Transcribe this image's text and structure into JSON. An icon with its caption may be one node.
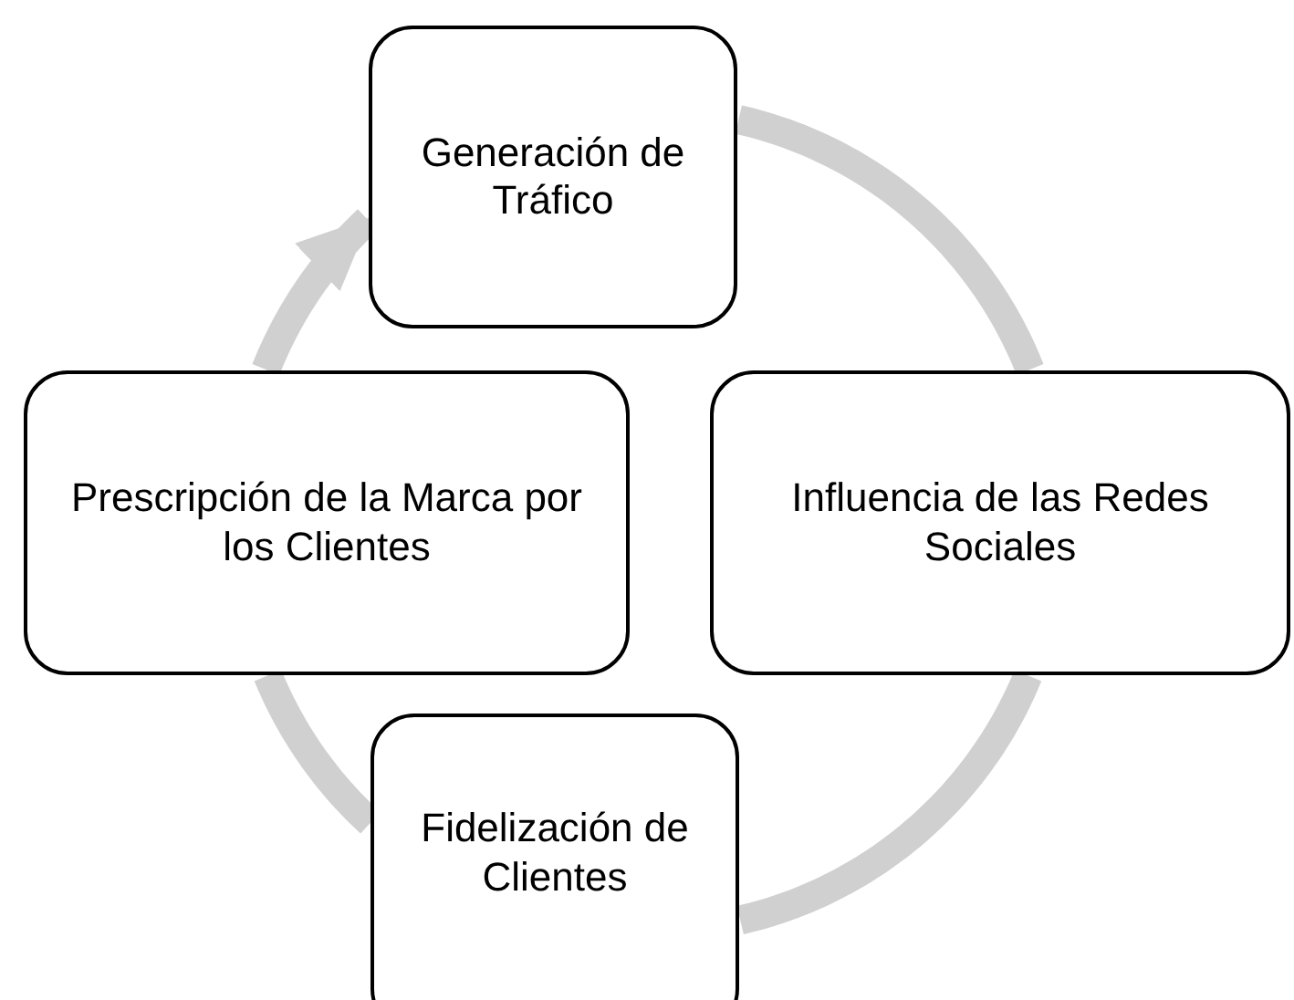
{
  "diagram": {
    "nodes": [
      {
        "text": [
          "Generación de Tráfico"
        ]
      },
      {
        "text": [
          "Influencia de las Redes Sociales"
        ]
      },
      {
        "text": [
          "Fidelización de Clientes"
        ]
      },
      {
        "text": [
          "Prescripción de la Marca por los Clientes"
        ]
      }
    ],
    "edges": [
      {
        "from": 0,
        "to": 1,
        "arrow": "none"
      },
      {
        "from": 1,
        "to": 2,
        "arrow": "none"
      },
      {
        "from": 2,
        "to": 3,
        "arrow": "none"
      },
      {
        "from": 3,
        "to": 0,
        "arrow": "to"
      }
    ]
  }
}
